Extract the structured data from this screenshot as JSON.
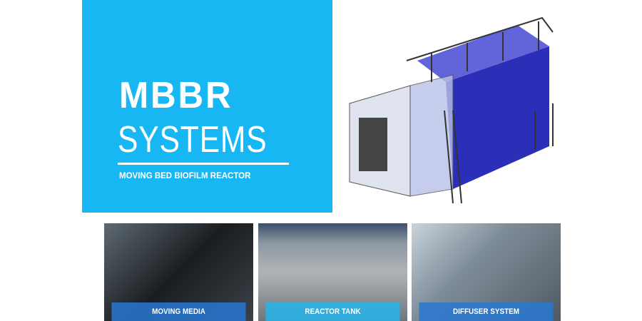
{
  "hero": {
    "title_line1": "MBBR",
    "title_line2": "SYSTEMS",
    "subtitle": "MOVING BED BIOFILM REACTOR"
  },
  "tiles": [
    {
      "caption": "MOVING MEDIA"
    },
    {
      "caption": "REACTOR TANK"
    },
    {
      "caption": "DIFFUSER SYSTEM"
    }
  ],
  "colors": {
    "brand_blue": "#16b7f2",
    "caption_dark": "#2a7ad0",
    "caption_light": "#27b4ea"
  }
}
